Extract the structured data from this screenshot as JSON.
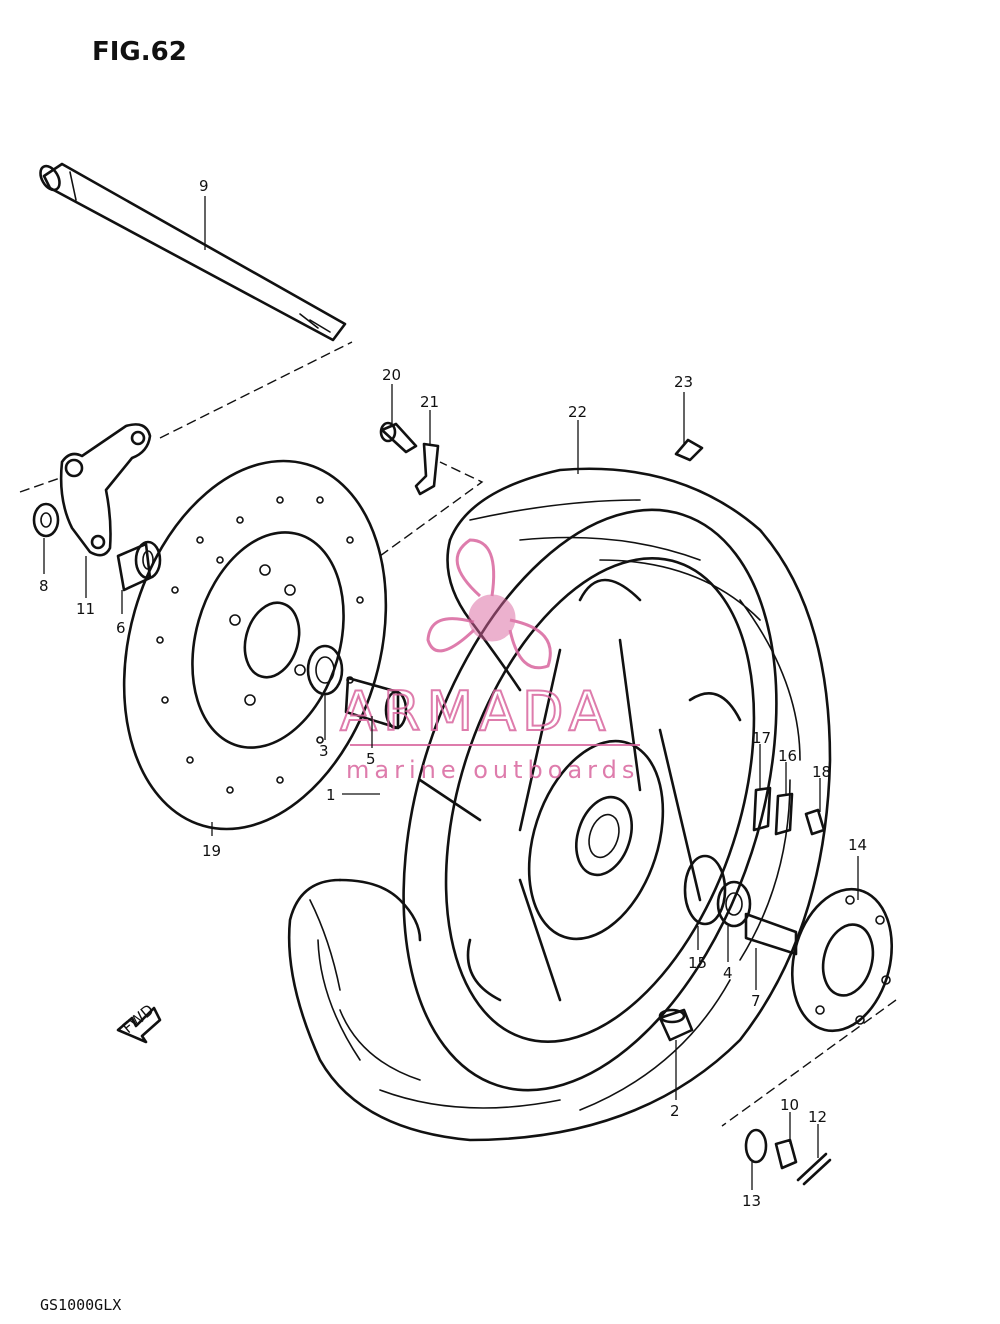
{
  "figure": {
    "title": "FIG.62",
    "model": "GS1000GLX"
  },
  "direction_arrow": {
    "text": "FWD"
  },
  "watermark": {
    "brand": "ARMADA",
    "tagline": "marine outboards",
    "color": "#d9669e"
  },
  "callouts": {
    "c1": "1",
    "c2": "2",
    "c3": "3",
    "c4": "4",
    "c5": "5",
    "c6": "6",
    "c7": "7",
    "c8": "8",
    "c9": "9",
    "c10": "10",
    "c11": "11",
    "c12": "12",
    "c13": "13",
    "c14": "14",
    "c15": "15",
    "c16": "16",
    "c17": "17",
    "c18": "18",
    "c19": "19",
    "c20": "20",
    "c21": "21",
    "c22": "22",
    "c23": "23"
  }
}
